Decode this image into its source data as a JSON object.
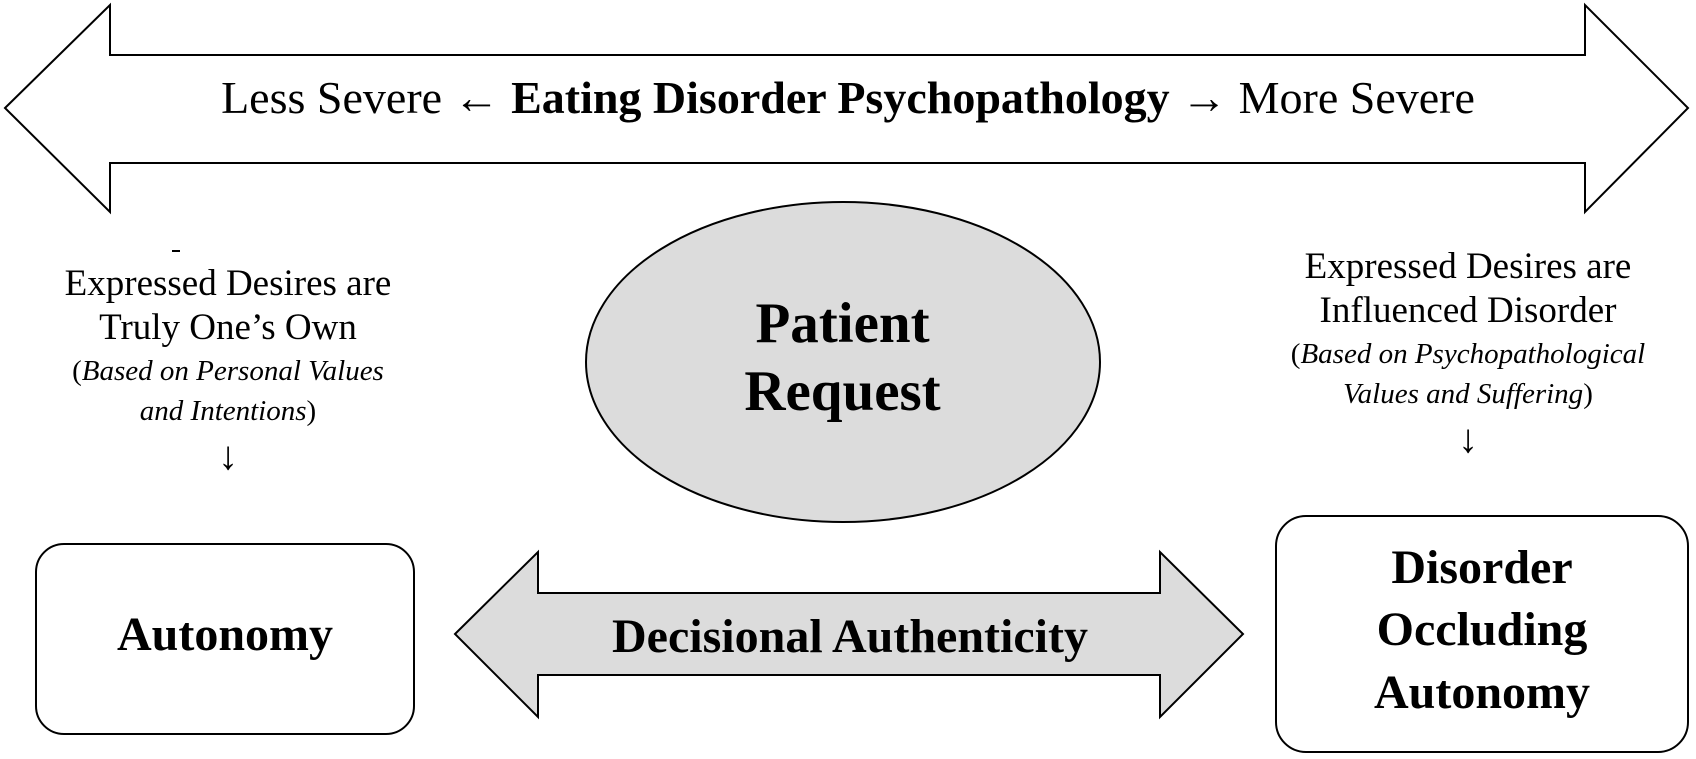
{
  "header": {
    "left_label": "Less Severe ←",
    "center_label": "Eating Disorder Psychopathology",
    "right_label": "→ More Severe"
  },
  "left_column": {
    "line1": "Expressed Desires are",
    "line2": "Truly One’s Own",
    "note_line1": "Based on Personal Values",
    "note_line2": "and Intentions",
    "arrow": "↓"
  },
  "right_column": {
    "line1": "Expressed Desires are",
    "line2": "Influenced Disorder",
    "note_line1": "Based on Psychopathological",
    "note_line2": "Values and Suffering",
    "arrow": "↓"
  },
  "center_oval": {
    "line1": "Patient",
    "line2": "Request"
  },
  "left_box": {
    "label": "Autonomy"
  },
  "middle_arrow": {
    "label": "Decisional Authenticity"
  },
  "right_box": {
    "line1": "Disorder",
    "line2": "Occluding",
    "line3": "Autonomy"
  },
  "colors": {
    "stroke": "#000000",
    "fill_gray": "#dcdcdc",
    "background": "#ffffff"
  }
}
